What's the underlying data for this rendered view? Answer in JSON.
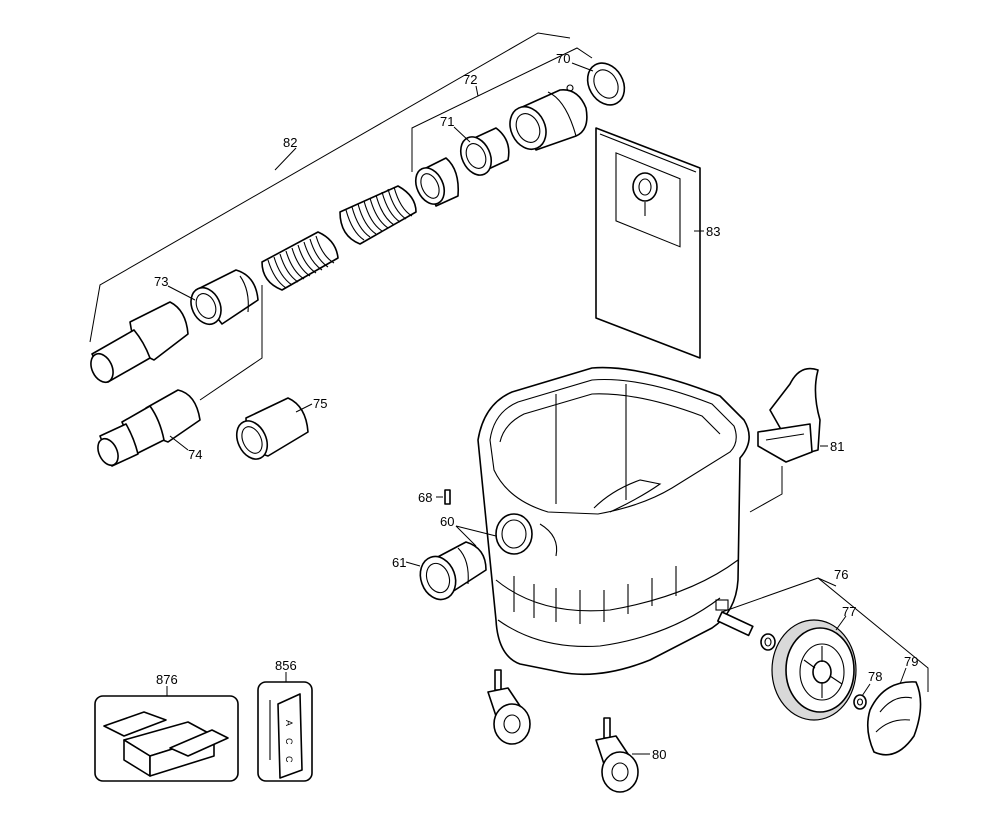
{
  "callouts": {
    "c82": "82",
    "c72": "72",
    "c70": "70",
    "c71": "71",
    "c83": "83",
    "c73": "73",
    "c74": "74",
    "c75": "75",
    "c81": "81",
    "c68": "68",
    "c60": "60",
    "c61": "61",
    "c76": "76",
    "c77": "77",
    "c78": "78",
    "c79": "79",
    "c80": "80",
    "c876": "876",
    "c856": "856"
  },
  "label_856": {
    "a": "A",
    "b": "C",
    "c": "C"
  },
  "colors": {
    "line": "#000000",
    "background": "#ffffff",
    "shade": "#d9d9d9"
  }
}
